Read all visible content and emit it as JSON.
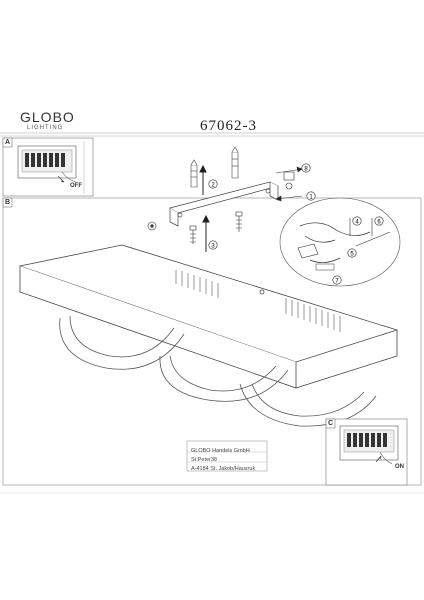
{
  "header": {
    "brand": "GLOBO",
    "brand_sub": "LIGHTING",
    "model": "67062-3"
  },
  "sections": {
    "a_label": "A",
    "b_label": "B",
    "c_label": "C"
  },
  "switch": {
    "off_label": "OFF",
    "on_label": "ON"
  },
  "steps": [
    "1",
    "2",
    "3",
    "4",
    "5",
    "6",
    "7",
    "8"
  ],
  "manufacturer": {
    "line1": "GLOBO Handels GmbH",
    "line2": "St.Peter38",
    "line3": "A-4184 St. Jakob/Hausruk"
  }
}
